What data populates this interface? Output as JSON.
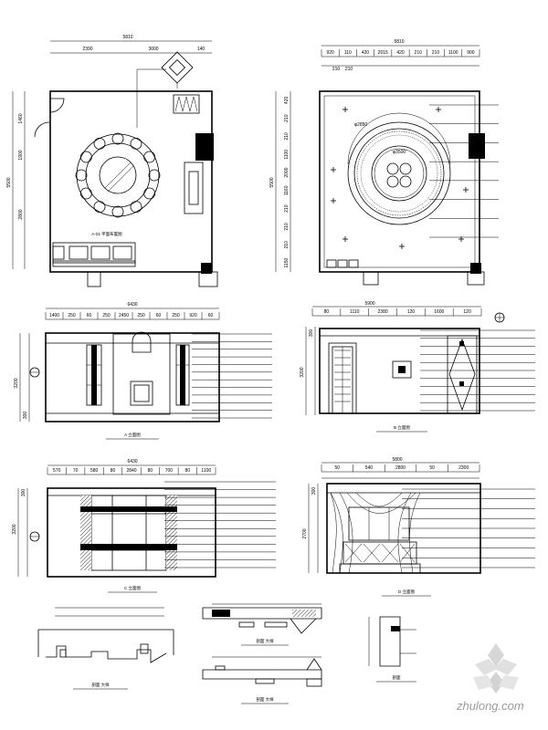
{
  "floor_plan": {
    "overall_width": "5810",
    "top_segments": [
      "2390",
      "3000",
      "140"
    ],
    "left_segments": [
      "1460",
      "1900",
      "2800"
    ],
    "left_total": "5500",
    "caption": "A-01 平面布置图"
  },
  "ceiling_plan": {
    "overall_width": "5810",
    "top_segments_a": [
      "920",
      "110",
      "420",
      "2015",
      "420",
      "210",
      "210",
      "1100",
      "900"
    ],
    "top_segments_b": [
      "210",
      "210"
    ],
    "left_segments": [
      "420",
      "210",
      "210",
      "1100",
      "2000",
      "1160",
      "210",
      "210",
      "210",
      "1150"
    ],
    "left_total": "5500",
    "centre_label": "φ3500",
    "arc_label": "φ2850"
  },
  "elevation_a": {
    "overall_width": "6430",
    "top_segments": [
      "1400",
      "250",
      "60",
      "250",
      "2450",
      "250",
      "60",
      "250",
      "920",
      "60"
    ],
    "left_heights": [
      "300",
      "3200"
    ],
    "caption": "A 立面图"
  },
  "elevation_b": {
    "overall_width": "5900",
    "top_segments": [
      "80",
      "1110",
      "2380",
      "120",
      "1600",
      "120"
    ],
    "left_heights": [
      "300",
      "3200"
    ],
    "caption": "B 立面图"
  },
  "elevation_c": {
    "overall_width": "6430",
    "top_segments": [
      "570",
      "70",
      "580",
      "80",
      "2840",
      "80",
      "700",
      "80",
      "1100"
    ],
    "left_heights": [
      "300",
      "3200"
    ],
    "caption": "C 立面图"
  },
  "elevation_d": {
    "overall_width": "5800",
    "top_segments": [
      "50",
      "540",
      "2800",
      "50",
      "2300"
    ],
    "left_heights": [
      "300",
      "2700"
    ],
    "caption": "D 立面图"
  },
  "details": {
    "caption_1": "剖面 大样",
    "caption_2": "剖面 大样",
    "caption_3": "剖面 大样",
    "caption_4": "剖面"
  },
  "watermark": {
    "brand": "zhulong.com"
  }
}
